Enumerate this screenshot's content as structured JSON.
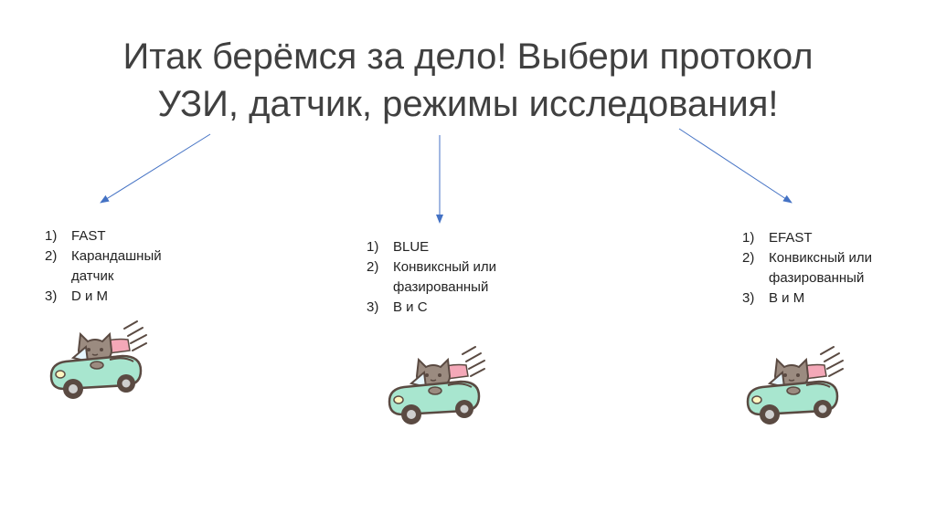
{
  "slide": {
    "title_line1": "Итак берёмся за дело! Выбери протокол",
    "title_line2": "УЗИ, датчик, режимы исследования!"
  },
  "columns": [
    {
      "items": [
        {
          "num": "1)",
          "text": "FAST"
        },
        {
          "num": "2)",
          "text": "Карандашный датчик"
        },
        {
          "num": "3)",
          "text": "D и M"
        }
      ]
    },
    {
      "items": [
        {
          "num": "1)",
          "text": "BLUE"
        },
        {
          "num": "2)",
          "text": "Конвиксный или фазированный"
        },
        {
          "num": "3)",
          "text": "B и C"
        }
      ]
    },
    {
      "items": [
        {
          "num": "1)",
          "text": "EFAST"
        },
        {
          "num": "2)",
          "text": "Конвиксный или фазированный"
        },
        {
          "num": "3)",
          "text": "B и M"
        }
      ]
    }
  ],
  "colors": {
    "arrow": "#4472c4",
    "car_body": "#a8e6cf",
    "car_outline": "#5a4a42",
    "cat_fur": "#9b8b80"
  },
  "icons": [
    "cat-driving-car-icon"
  ]
}
